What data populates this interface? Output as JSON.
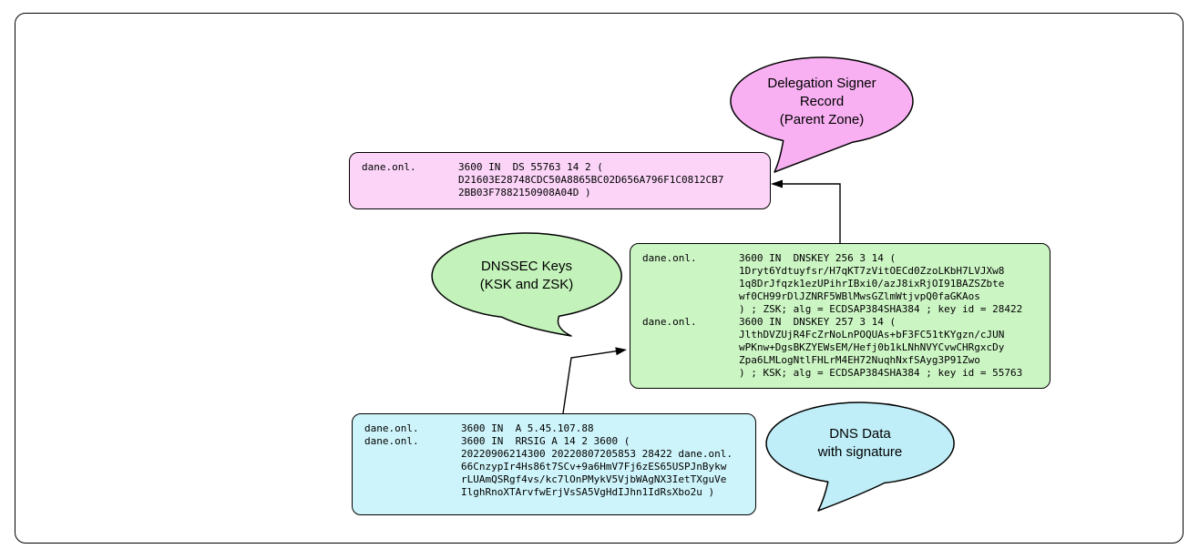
{
  "colors": {
    "background": "#ffffff",
    "stroke": "#000000",
    "ds_bubble": "#f8b0f2",
    "ds_box": "#fbd4f8",
    "dnskey_bubble": "#c3f2ba",
    "dnskey_box": "#ccf5c4",
    "dnsdata_bubble": "#bfeef8",
    "dnsdata_box": "#cdf4fa"
  },
  "callouts": {
    "ds": {
      "label": "Delegation Signer\nRecord\n(Parent Zone)"
    },
    "dnskey": {
      "label": "DNSSEC Keys\n(KSK and ZSK)"
    },
    "dnsdata": {
      "label": "DNS Data\nwith signature"
    }
  },
  "records": {
    "ds": {
      "text": "dane.onl.       3600 IN  DS 55763 14 2 (\n                D21603E28748CDC50A8865BC02D656A796F1C0812CB7\n                2BB03F7882150908A04D )"
    },
    "dnskey": {
      "text": "dane.onl.       3600 IN  DNSKEY 256 3 14 (\n                1Dryt6Ydtuyfsr/H7qKT7zVitOECd0ZzoLKbH7LVJXw8\n                1q8DrJfqzk1ezUPihrIBxi0/azJ8ixRjOI91BAZSZbte\n                wf0CH99rDlJZNRF5WBlMwsGZlmWtjvpQ0faGKAos\n                ) ; ZSK; alg = ECDSAP384SHA384 ; key id = 28422\ndane.onl.       3600 IN  DNSKEY 257 3 14 (\n                JlthDVZUjR4FcZrNoLnPOQUAs+bF3FC51tKYgzn/cJUN\n                wPKnw+DgsBKZYEWsEM/Hefj0b1kLNhNVYCvwCHRgxcDy\n                Zpa6LMLogNtlFHLrM4EH72NuqhNxfSAyg3P91Zwo\n                ) ; KSK; alg = ECDSAP384SHA384 ; key id = 55763"
    },
    "dnsdata": {
      "text": "dane.onl.       3600 IN  A 5.45.107.88\ndane.onl.       3600 IN  RRSIG A 14 2 3600 (\n                20220906214300 20220807205853 28422 dane.onl.\n                66CnzypIr4Hs86t7SCv+9a6HmV7Fj6zES65USPJnBykw\n                rLUAmQSRgf4vs/kc7lOnPMykV5VjbWAgNX3IetTXguVe\n                IlghRnoXTArvfwErjVsSA5VgHdIJhn1IdRsXbo2u )"
    }
  }
}
